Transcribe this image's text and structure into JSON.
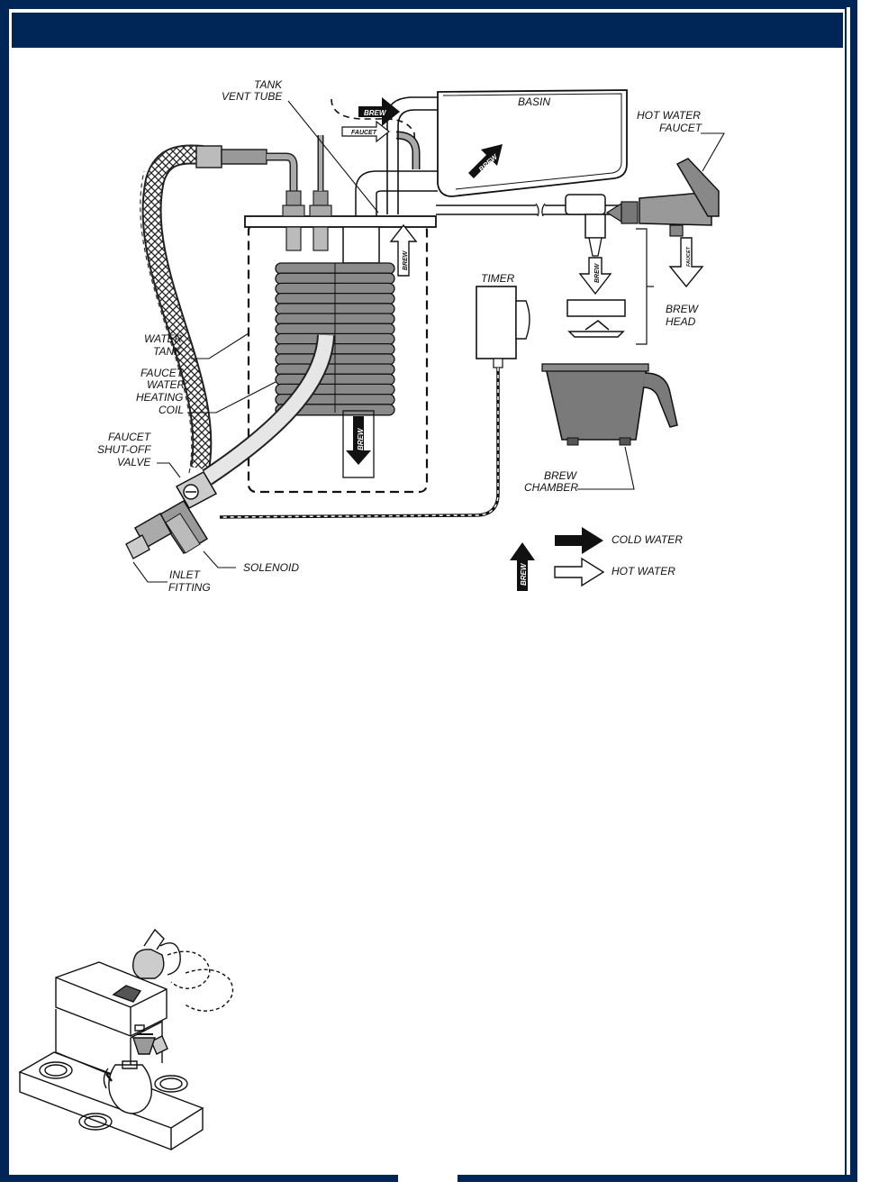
{
  "page": {
    "header_title": ""
  },
  "diagram": {
    "labels": {
      "tank_vent_tube_line1": "TANK",
      "tank_vent_tube_line2": "VENT TUBE",
      "basin": "BASIN",
      "hot_water_faucet_line1": "HOT WATER",
      "hot_water_faucet_line2": "FAUCET",
      "timer": "TIMER",
      "brew_head_line1": "BREW",
      "brew_head_line2": "HEAD",
      "water_tank_line1": "WATER",
      "water_tank_line2": "TANK",
      "faucet_coil_line1": "FAUCET",
      "faucet_coil_line2": "WATER",
      "faucet_coil_line3": "HEATING",
      "faucet_coil_line4": "COIL",
      "shutoff_line1": "FAUCET",
      "shutoff_line2": "SHUT-OFF",
      "shutoff_line3": "VALVE",
      "brew_chamber_line1": "BREW",
      "brew_chamber_line2": "CHAMBER",
      "solenoid": "SOLENOID",
      "inlet_line1": "INLET",
      "inlet_line2": "FITTING"
    },
    "arrow_tags": {
      "brew": "BREW",
      "faucet": "FAUCET"
    },
    "legend": {
      "cold_water": "COLD WATER",
      "hot_water": "HOT WATER"
    },
    "colors": {
      "frame": "#002557",
      "coil": "#8a8a8a",
      "chamber": "#7a7a7a",
      "arrow_cold": "#111111",
      "arrow_hot": "#ffffff"
    }
  },
  "icons": [
    "coffee-brewer-illustration-icon"
  ]
}
